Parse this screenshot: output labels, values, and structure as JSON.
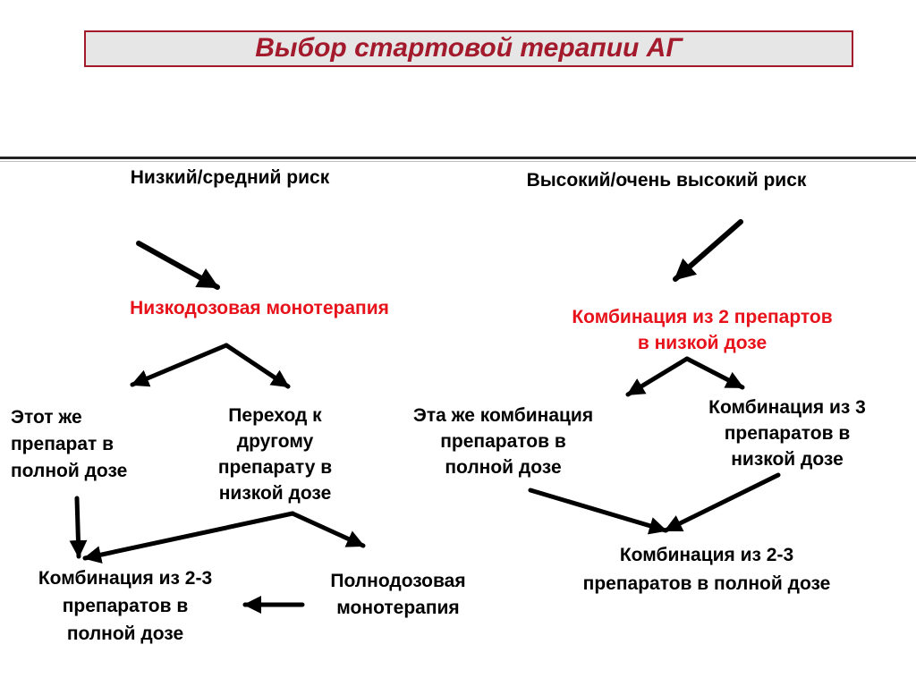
{
  "title": "Выбор стартовой терапии АГ",
  "colors": {
    "accent": "#a31a2c",
    "highlight": "#e8121b",
    "title_bg": "#e6e6e6"
  },
  "nodes": {
    "low_risk": "Низкий/средний риск",
    "high_risk": "Высокий/очень высокий риск",
    "low_dose_mono": "Низкодозовая монотерапия",
    "two_drug_combo": [
      "Комбинация из 2 препартов",
      "в низкой дозе"
    ],
    "same_drug_full": [
      "Этот же",
      "препарат в",
      "полной дозе"
    ],
    "switch_drug": [
      "Переход к",
      "другому",
      "препарату в",
      "низкой дозе"
    ],
    "same_combo_full": [
      "Эта же комбинация",
      "препаратов в",
      "полной дозе"
    ],
    "three_drug_low": [
      "Комбинация из 3",
      "препаратов  в",
      "низкой дозе"
    ],
    "combo_2_3_full_left": [
      "Комбинация из 2-3",
      "препаратов в",
      "полной дозе"
    ],
    "full_dose_mono": [
      "Полнодозовая",
      "монотерапия"
    ],
    "combo_2_3_full_right": [
      "Комбинация из 2-3",
      "препаратов в полной дозе"
    ]
  }
}
